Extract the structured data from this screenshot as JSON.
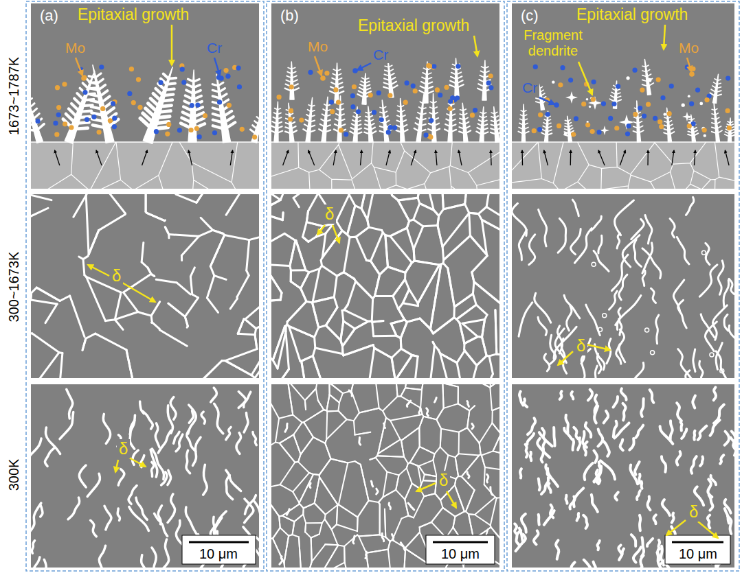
{
  "diagram": {
    "labels": [
      "1673~1787K",
      "300~1673K",
      "300K",
      "(a)",
      "Epitaxial growth",
      "Mo",
      "Cr",
      "δ",
      "δ",
      "10 μm",
      "(b)",
      "Epitaxial growth",
      "Mo",
      "Cr",
      "δ",
      "δ",
      "10 μm",
      "(c)",
      "Epitaxial growth",
      "Mo",
      "Cr",
      "Fragment dendrite",
      "δ",
      "δ",
      "10 μm"
    ]
  }
}
